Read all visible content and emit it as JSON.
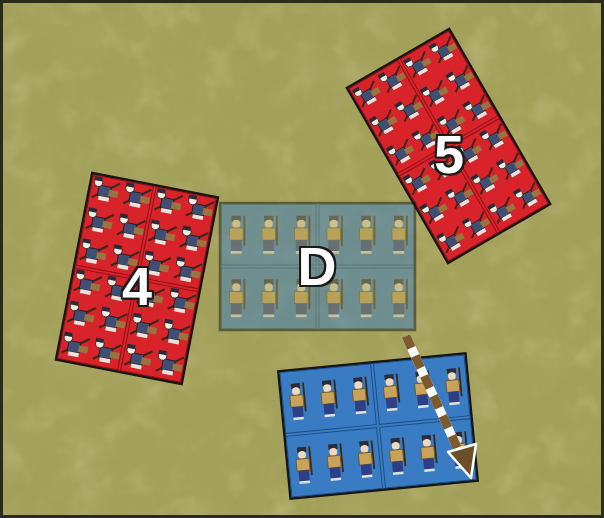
{
  "diagram": {
    "nodes": [
      {
        "text": [
          "5"
        ]
      },
      {
        "text": [
          "4"
        ]
      },
      {
        "text": [
          "D"
        ]
      }
    ]
  }
}
